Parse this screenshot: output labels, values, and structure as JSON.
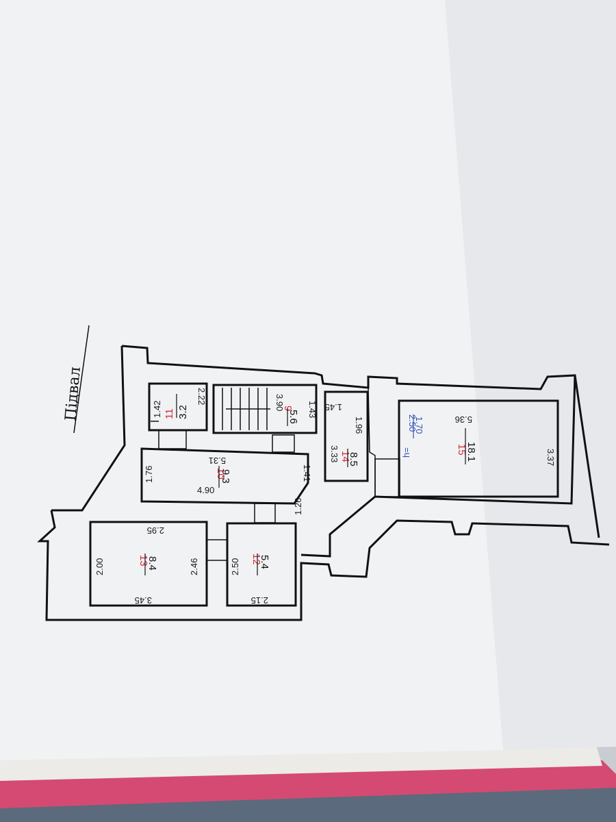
{
  "plan": {
    "title": "Підвал",
    "rooms": [
      {
        "id": "11",
        "area": "3.2",
        "dims": [
          "1.42",
          "2.22"
        ]
      },
      {
        "id": "9",
        "area": "5.6",
        "dims": [
          "3.90",
          "1.43"
        ]
      },
      {
        "id": "10",
        "area": "9.3",
        "dims": [
          "5.31",
          "1.76",
          "4.90",
          "1.41"
        ]
      },
      {
        "id": "14",
        "area": "8.5",
        "dims": [
          "3.33",
          "1.96",
          "1.45"
        ]
      },
      {
        "id": "15",
        "area": "18.1",
        "dims": [
          "5.36",
          "3.37"
        ]
      },
      {
        "id": "13",
        "area": "8.4",
        "dims": [
          "2.95",
          "2.00",
          "2.46",
          "3.45"
        ]
      },
      {
        "id": "12",
        "area": "5.4",
        "dims": [
          "2.50",
          "2.15",
          "1.26"
        ]
      }
    ],
    "height_label": "h=",
    "height_values": [
      "2.50",
      "1.70"
    ]
  },
  "colors": {
    "paper": "#f3f4f6",
    "paper_shadow": "#e4e6ea",
    "room_number": "#d8283c",
    "height_note": "#2b4fb8",
    "book_cover": "#d44a73",
    "fabric": "#5b6a7c"
  }
}
